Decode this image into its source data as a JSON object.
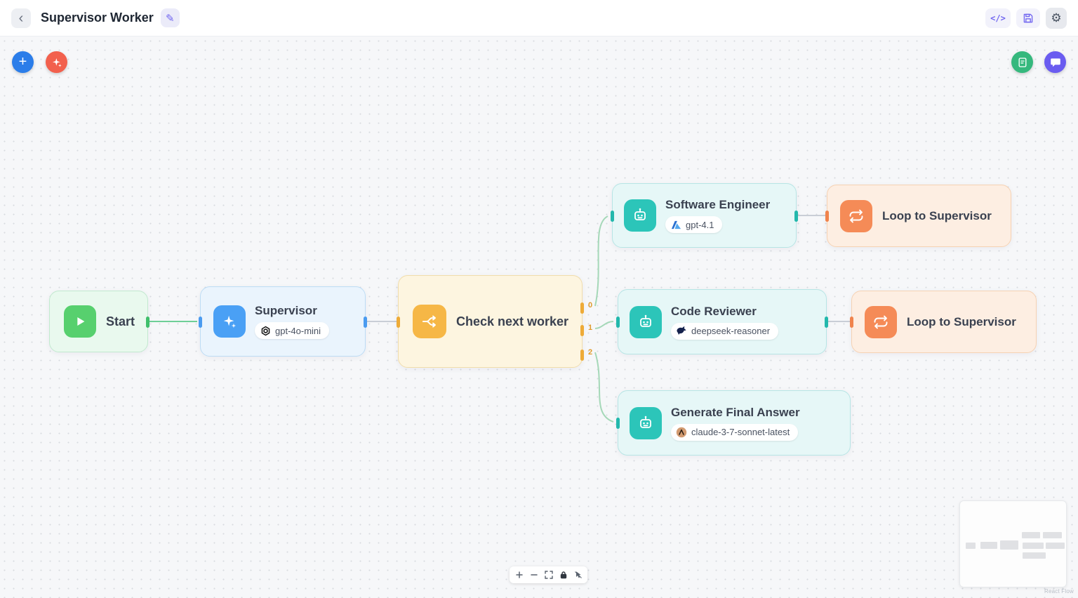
{
  "header": {
    "title": "Supervisor Worker",
    "back_icon": "‹",
    "edit_icon": "✎",
    "code_button": "</>",
    "settings_icon": "⚙"
  },
  "canvas": {
    "add_button": "+",
    "branch_labels": [
      "0",
      "1",
      "2"
    ],
    "attribution": "React Flow"
  },
  "nodes": {
    "start": {
      "title": "Start"
    },
    "supervisor": {
      "title": "Supervisor",
      "model": "gpt-4o-mini",
      "provider": "openai"
    },
    "check_next_worker": {
      "title": "Check next worker"
    },
    "software_engineer": {
      "title": "Software Engineer",
      "model": "gpt-4.1",
      "provider": "azure"
    },
    "loop_to_supervisor_top": {
      "title": "Loop to Supervisor"
    },
    "code_reviewer": {
      "title": "Code Reviewer",
      "model": "deepseek-reasoner",
      "provider": "deepseek"
    },
    "loop_to_supervisor_bottom": {
      "title": "Loop to Supervisor"
    },
    "generate_final_answer": {
      "title": "Generate Final Answer",
      "model": "claude-3-7-sonnet-latest",
      "provider": "anthropic"
    }
  },
  "palette": {
    "accent_blue": "#2b7de9",
    "accent_coral": "#f2604d",
    "accent_green": "#35b87d",
    "accent_purple": "#6a5cf0",
    "node_green": "#57d06e",
    "node_blue": "#4aa0f5",
    "node_amber": "#f6b746",
    "node_teal": "#2cc5b9",
    "node_orange": "#f58b57",
    "edge_green": "#6fcf97",
    "edge_gray": "#c9ced6",
    "branch_label_color": "#df9a2b"
  }
}
